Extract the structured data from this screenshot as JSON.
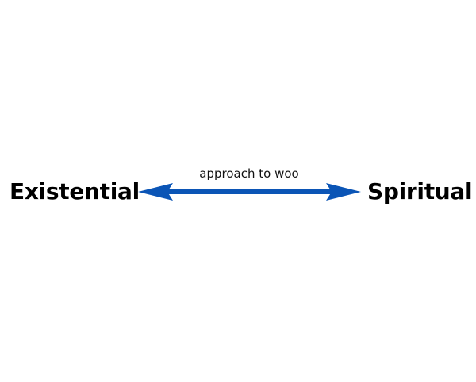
{
  "diagram": {
    "left_pole": "Existential",
    "right_pole": "Spiritual",
    "axis_label": "approach to woo",
    "arrow_color": "#0b55b6",
    "arrow_style": "double-headed"
  }
}
